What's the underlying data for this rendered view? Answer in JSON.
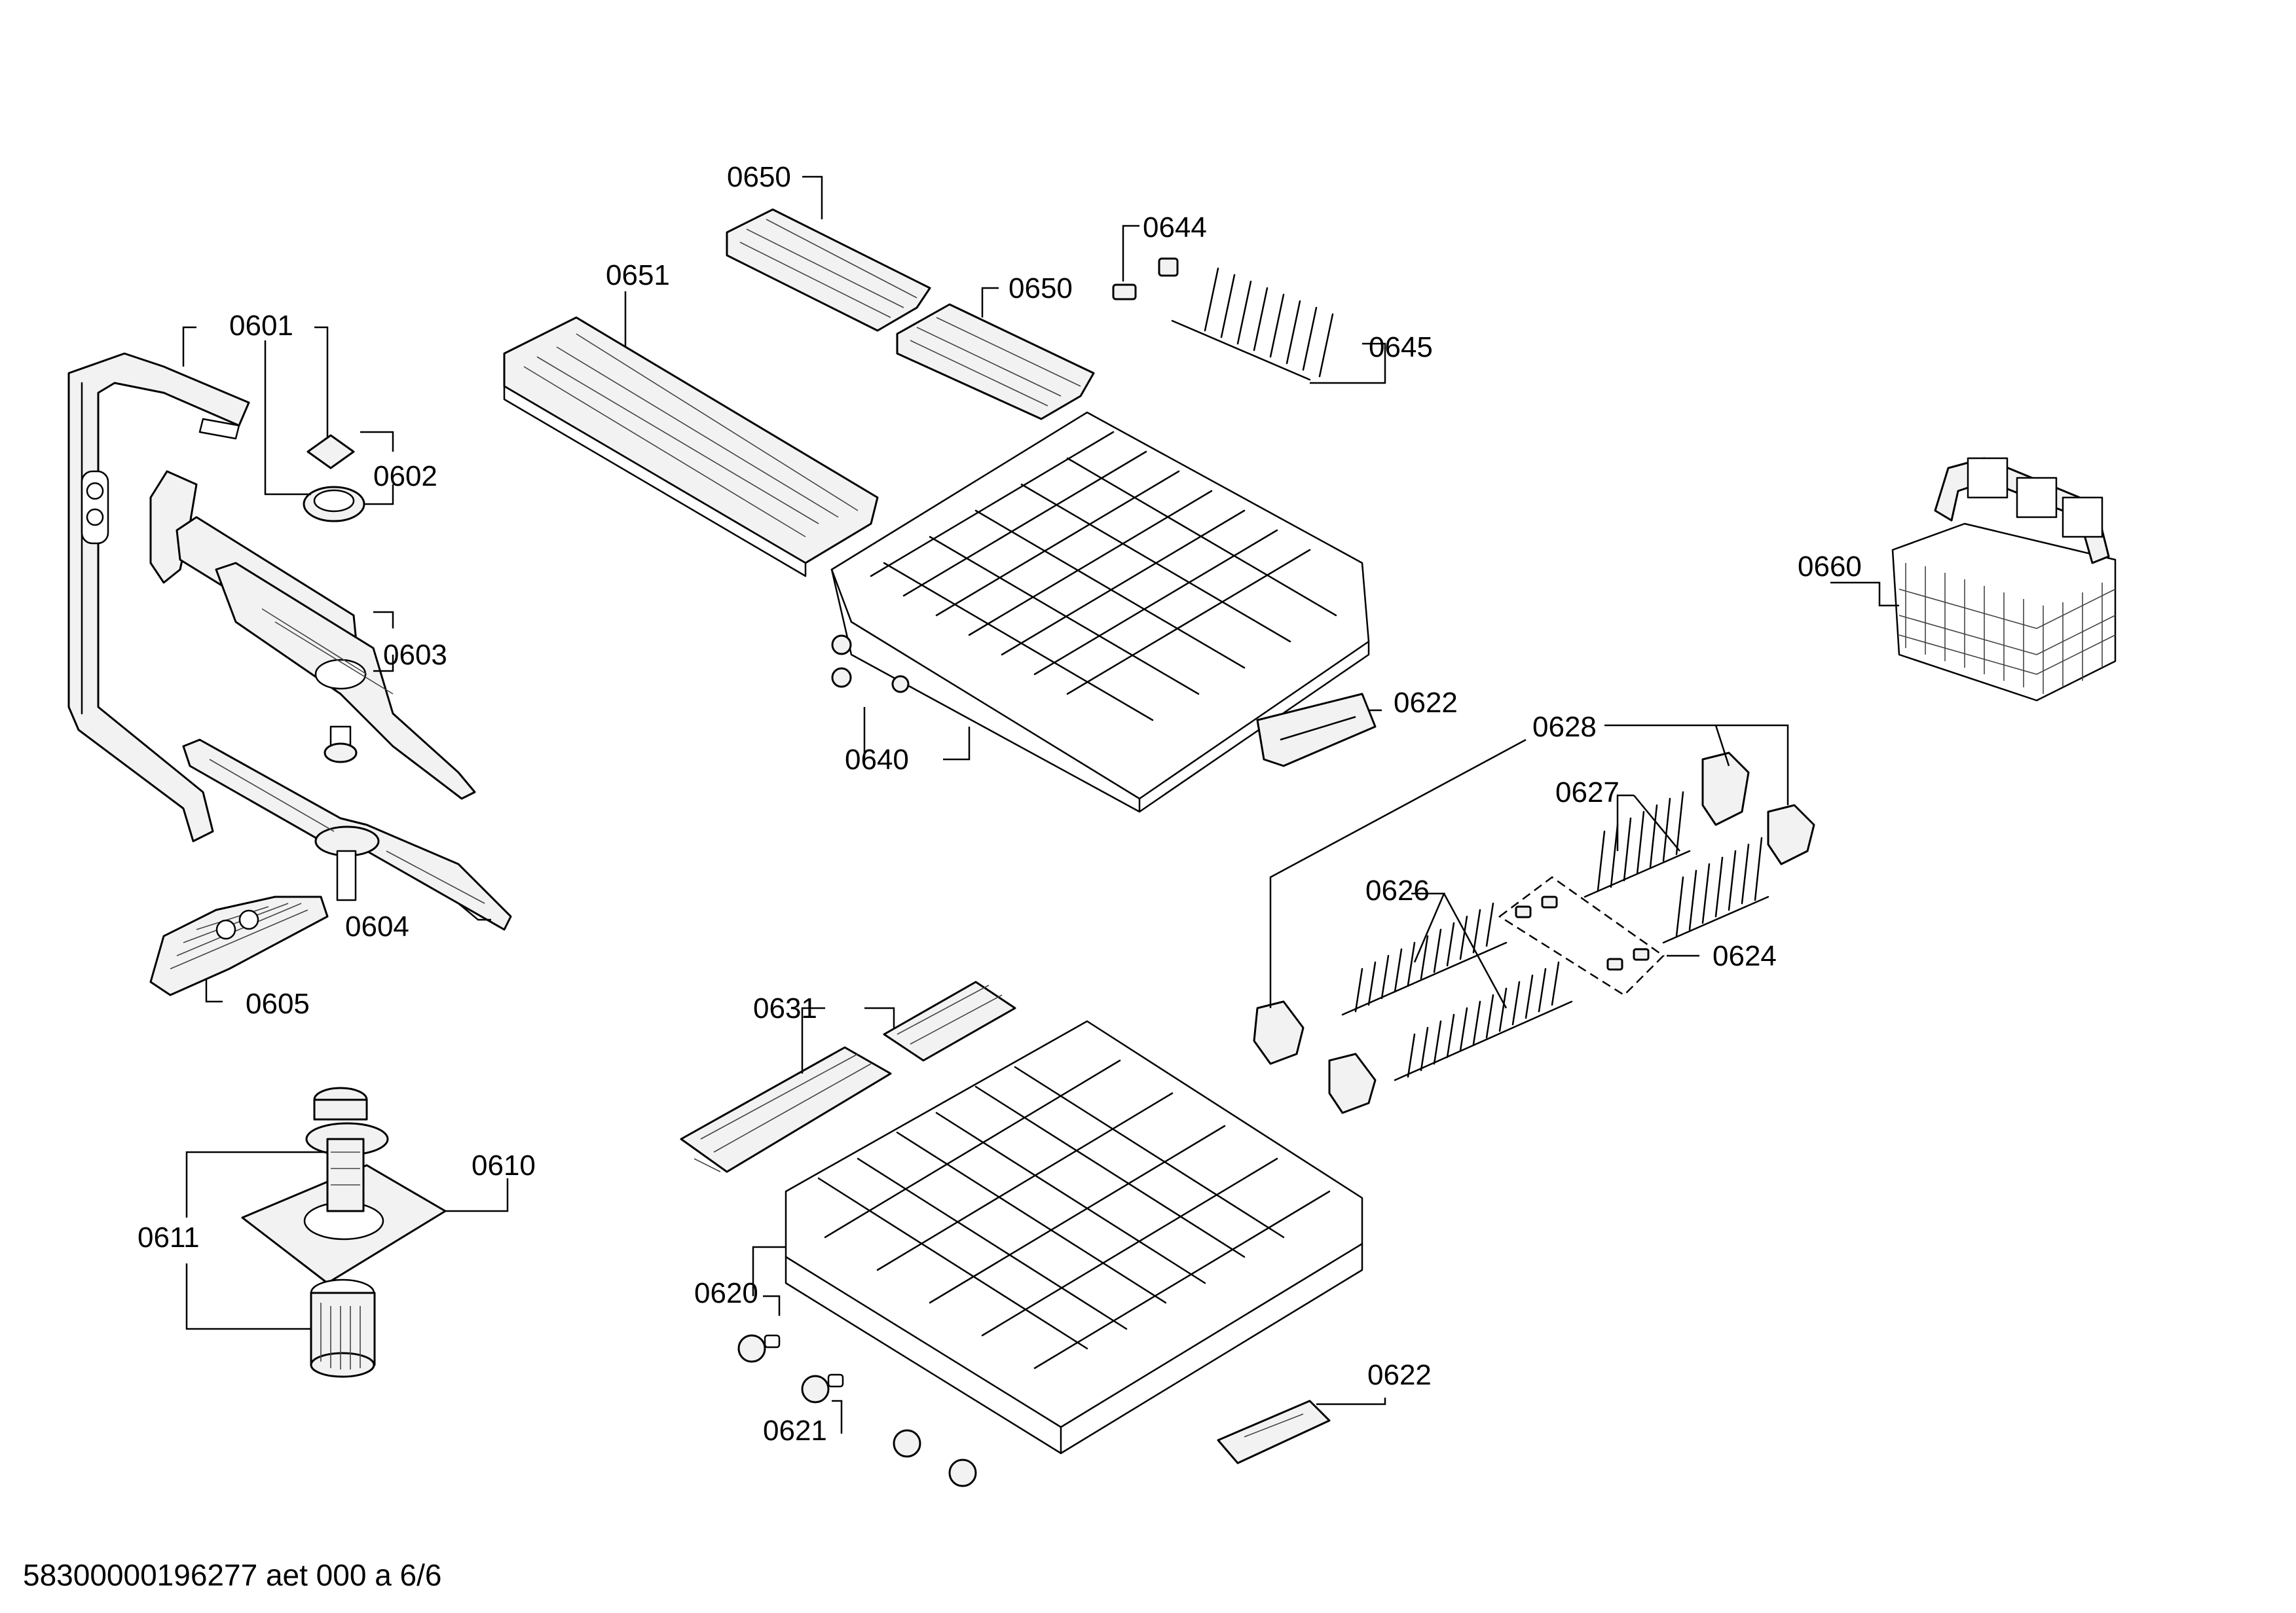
{
  "labels": {
    "p0601": "0601",
    "p0602": "0602",
    "p0603": "0603",
    "p0604": "0604",
    "p0605": "0605",
    "p0610": "0610",
    "p0611": "0611",
    "p0620": "0620",
    "p0621": "0621",
    "p0622a": "0622",
    "p0622b": "0622",
    "p0624": "0624",
    "p0626": "0626",
    "p0627": "0627",
    "p0628": "0628",
    "p0631": "0631",
    "p0640": "0640",
    "p0644": "0644",
    "p0645": "0645",
    "p0650a": "0650",
    "p0650b": "0650",
    "p0651": "0651",
    "p0660": "0660"
  },
  "footer": {
    "doc_code": "58300000196277 aet 000 a 6/6"
  }
}
